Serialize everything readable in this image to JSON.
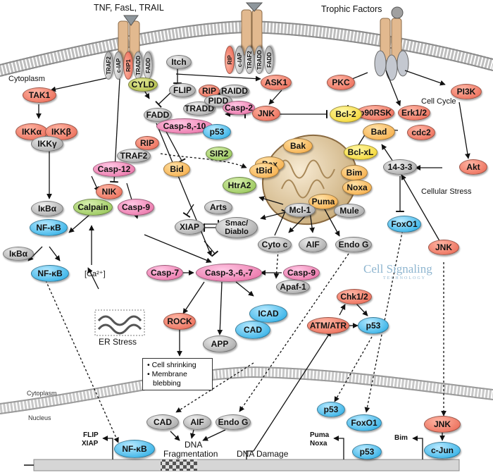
{
  "membrane_labels": {
    "cytoplasm_top": "Cytoplasm",
    "cytoplasm_nuc": "Cytoplasm",
    "nucleus": "Nucleus"
  },
  "receptors": {
    "death": "TNF, FasL, TRAIL",
    "trophic": "Trophic Factors",
    "adaptors_1": [
      "TRAF2",
      "c-IAP",
      "RIP1",
      "TRADD",
      "FADD"
    ],
    "adaptors_2": [
      "RIP",
      "c-IAP",
      "TRAF2",
      "TRADD",
      "FADD"
    ]
  },
  "nodes": {
    "cyld": "CYLD",
    "itch": "Itch",
    "flip": "FLIP",
    "tradd": "TRADD",
    "fadd": "FADD",
    "casp810": "Casp-8,-10",
    "rip_a": "RIP",
    "traf2": "TRAF2",
    "bid": "Bid",
    "tak1": "TAK1",
    "ikka": "IKKα",
    "ikkb": "IKKβ",
    "ikkg": "IKKγ",
    "nik": "NIK",
    "ikba_1": "IκBα",
    "nfkb_1": "NF-κB",
    "ikba_2": "IκBα",
    "nfkb_2": "NF-κB",
    "casp12": "Casp-12",
    "calpain": "Calpain",
    "casp9_a": "Casp-9",
    "rip_b": "RIP",
    "raidd": "RAIDD",
    "pidd": "PIDD",
    "casp2": "Casp-2",
    "p53_a": "p53",
    "sir2": "SIR2",
    "ask1": "ASK1",
    "jnk_a": "JNK",
    "pkc": "PKC",
    "erk": "Erk1/2",
    "p90rsk": "p90RSK",
    "pi3k": "PI3K",
    "bcl2": "Bcl-2",
    "bad": "Bad",
    "bclxl": "Bcl-xL",
    "cdc2": "cdc2",
    "bak": "Bak",
    "bax": "Bax",
    "bim": "Bim",
    "noxa": "Noxa",
    "puma": "Puma",
    "tbid": "tBid",
    "htra2": "HtrA2",
    "arts": "Arts",
    "xiap": "XIAP",
    "smac": "Smac/\nDiablo",
    "mcl1": "Mcl-1",
    "mule": "Mule",
    "protein1433": "14-3-3",
    "akt": "Akt",
    "foxo1_a": "FoxO1",
    "jnk_b": "JNK",
    "cytc": "Cyto c",
    "aif_a": "AIF",
    "endog_a": "Endo G",
    "casp7": "Casp-7",
    "casp367": "Casp-3,-6,-7",
    "casp9_b": "Casp-9",
    "apaf1": "Apaf-1",
    "rock": "ROCK",
    "icad": "ICAD",
    "cad_a": "CAD",
    "app": "APP",
    "chk": "Chk1/2",
    "atm": "ATM/ATR",
    "p53_b": "p53",
    "p53_c": "p53",
    "foxo1_b": "FoxO1",
    "p53_d": "p53",
    "jnk_c": "JNK",
    "cjun": "c-Jun",
    "cad_b": "CAD",
    "aif_b": "AIF",
    "endog_b": "Endo G",
    "nfkb_3": "NF-κB"
  },
  "text": {
    "cell_cycle": "Cell Cycle",
    "cellular_stress": "Cellular Stress",
    "ca2": "[Ca²⁺]",
    "er_stress": "ER Stress",
    "effects_1": "• Cell shrinking",
    "effects_2": "• Membrane",
    "effects_3": "  blebbing",
    "dna_frag_1": "DNA",
    "dna_frag_2": "Fragmentation",
    "dna_damage": "DNA Damage",
    "flip_xiap_1": "FLIP",
    "flip_xiap_2": "XIAP",
    "puma_noxa_1": "Puma",
    "puma_noxa_2": "Noxa",
    "bim_gene": "Bim",
    "logo_main": "Cell Signaling",
    "logo_sub": "TECHNOLOGY"
  },
  "colors": {
    "red": "#e8614c",
    "pink": "#e7679f",
    "blue": "#1ba6e2",
    "gray": "#9a9a9a",
    "orange": "#f4a53a",
    "yellow": "#f2d020",
    "green": "#8cbf4a"
  }
}
